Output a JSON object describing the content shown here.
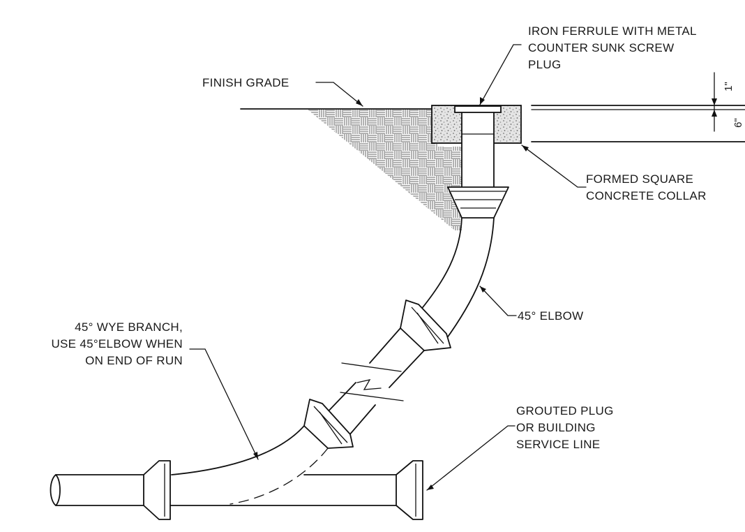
{
  "labels": {
    "ferrule": [
      "IRON FERRULE WITH METAL",
      "COUNTER SUNK SCREW",
      "PLUG"
    ],
    "finish_grade": "FINISH GRADE",
    "collar": [
      "FORMED SQUARE",
      "CONCRETE COLLAR"
    ],
    "elbow": "45° ELBOW",
    "wye": [
      "45° WYE BRANCH,",
      "USE 45°ELBOW WHEN",
      "ON END OF RUN"
    ],
    "plug": [
      "GROUTED PLUG",
      "OR BUILDING",
      "SERVICE LINE"
    ]
  },
  "dimensions": {
    "collar_top": "1\"",
    "collar_depth": "6\""
  }
}
